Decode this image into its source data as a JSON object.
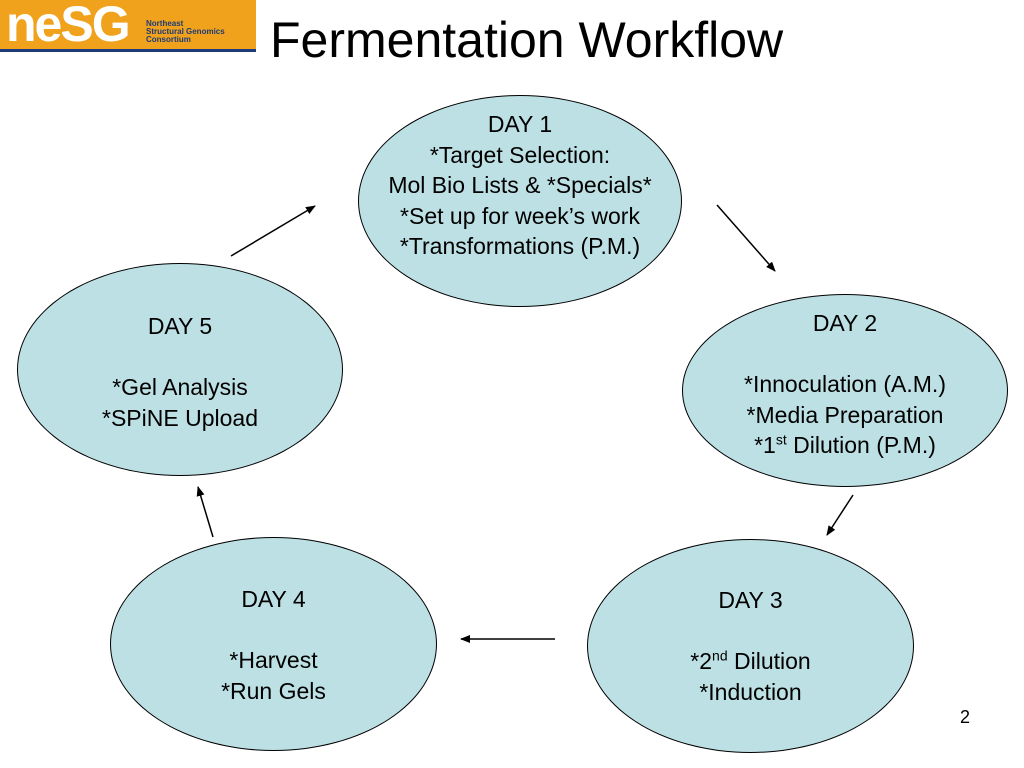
{
  "logo": {
    "mark": "neSG",
    "line1": "Northeast",
    "line2": "Structural Genomics",
    "line3": "Consortium"
  },
  "title": "Fermentation Workflow",
  "nodes": {
    "day1": {
      "heading": "DAY 1",
      "line1": "*Target Selection:",
      "line2": "Mol Bio Lists & *Specials*",
      "line3": "*Set up for week’s work",
      "line4": "*Transformations (P.M.)"
    },
    "day2": {
      "heading": "DAY 2",
      "line1": "*Innoculation (A.M.)",
      "line2": "*Media Preparation",
      "line3_prefix": "*1",
      "line3_sup": "st",
      "line3_suffix": " Dilution (P.M.)"
    },
    "day3": {
      "heading": "DAY 3",
      "line1_prefix": "*2",
      "line1_sup": "nd",
      "line1_suffix": " Dilution",
      "line2": "*Induction"
    },
    "day4": {
      "heading": "DAY 4",
      "line1": "*Harvest",
      "line2": "*Run Gels"
    },
    "day5": {
      "heading": "DAY 5",
      "line1": "*Gel Analysis",
      "line2": "*SPiNE Upload"
    }
  },
  "page_number": "2",
  "colors": {
    "node_fill": "#bde0e4",
    "logo_orange": "#f0a21c",
    "logo_navy": "#1e3a78"
  }
}
